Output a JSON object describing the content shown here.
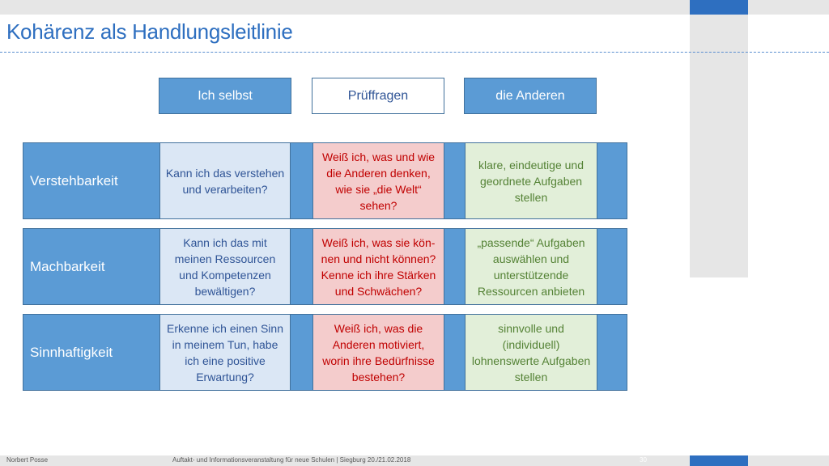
{
  "title": "Kohärenz als Handlungsleitlinie",
  "headers": {
    "self": "Ich selbst",
    "questions": "Prüffragen",
    "others": "die Anderen"
  },
  "rows": [
    {
      "label": "Verstehbarkeit",
      "self": "Kann ich das verstehen und verarbeiten?",
      "questions": "Weiß ich, was und wie die Anderen denken, wie sie „die Welt“ sehen?",
      "others": "klare, eindeutige und geordnete Aufgaben stellen"
    },
    {
      "label": "Machbarkeit",
      "self": "Kann ich das mit meinen Ressourcen und Kompetenzen bewältigen?",
      "questions": "Weiß ich, was sie kön-nen und nicht können? Kenne ich ihre Stärken und Schwächen?",
      "others": "„passende“ Aufgaben auswählen und unterstützende Ressourcen anbieten"
    },
    {
      "label": "Sinnhaftigkeit",
      "self": "Erkenne ich einen Sinn in meinem Tun, habe ich eine positive Erwartung?",
      "questions": "Weiß ich, was die Anderen motiviert, worin ihre Bedürfnisse bestehen?",
      "others": "sinnvolle und (individuell) lohnenswerte Aufgaben stellen"
    }
  ],
  "footer": {
    "author": "Norbert Posse",
    "event": "Auftakt- und Informationsveranstaltung für neue Schulen | Siegburg 20./21.02.2018",
    "page": "30"
  },
  "colors": {
    "accent": "#2e6fc0",
    "row_blue": "#5b9bd5",
    "self_fill": "#dbe7f5",
    "questions_fill": "#f4cccc",
    "questions_text": "#c00000",
    "others_fill": "#e2efd9",
    "others_text": "#548235"
  }
}
